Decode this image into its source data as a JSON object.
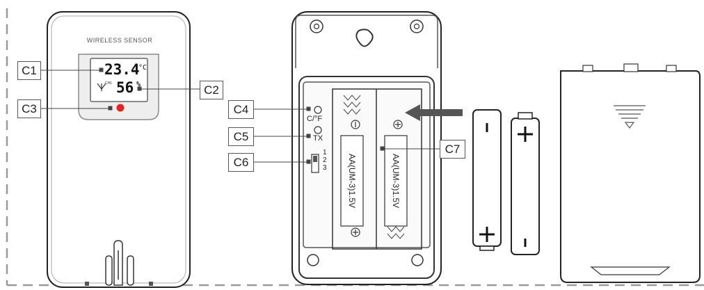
{
  "sensor": {
    "header": "WIRELESS SENSOR",
    "temperature": "23.4",
    "temp_unit": "°C",
    "humidity": "56",
    "humidity_unit": "%",
    "channel_tag": "CH1"
  },
  "controls": {
    "unit_switch": "C/°F",
    "tx_label": "TX",
    "channels": [
      "1",
      "2",
      "3"
    ]
  },
  "battery": {
    "compartment_marking": "AA(UM-3)1.5V",
    "plus": "+",
    "minus": "−"
  },
  "callouts": [
    "C1",
    "C2",
    "C3",
    "C4",
    "C5",
    "C6",
    "C7"
  ]
}
